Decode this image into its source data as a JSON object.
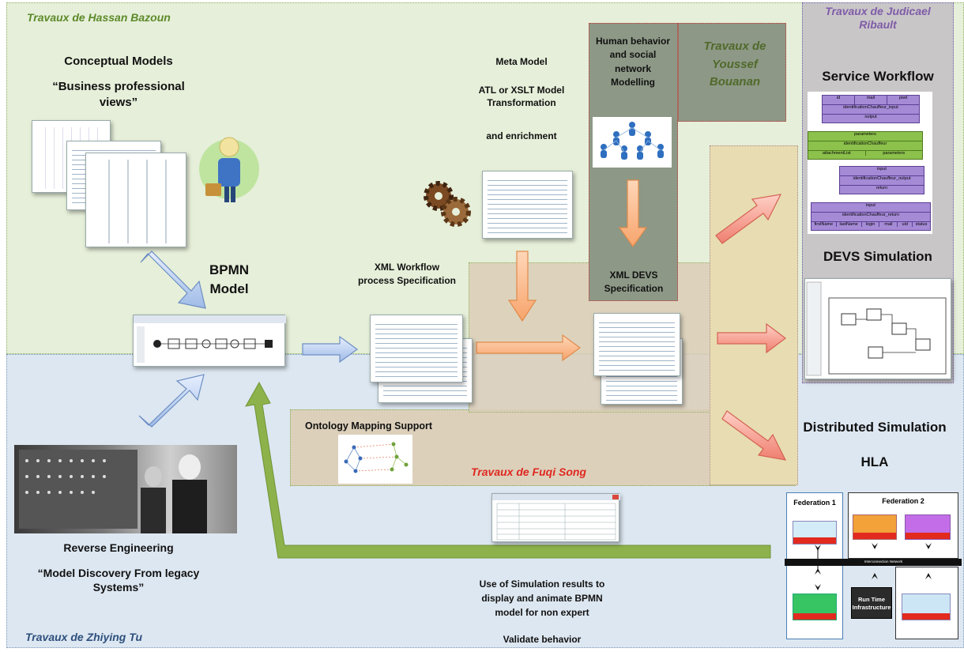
{
  "zones": {
    "hassan": "Travaux de Hassan Bazoun",
    "zhiying": "Travaux de Zhiying Tu",
    "youssef": "Travaux de Youssef Bouanan",
    "judicael": "Travaux de Judicael Ribault",
    "fuqi": "Travaux de Fuqi Song"
  },
  "labels": {
    "conceptual": "Conceptual Models",
    "business_views": "“Business professional views”",
    "bpmn": "BPMN Model",
    "meta_model": "Meta Model",
    "atl": "ATL or XSLT Model Transformation",
    "enrichment": "and enrichment",
    "human": "Human behavior and social network Modelling",
    "xml_workflow": "XML Workflow process Specification",
    "xml_devs": "XML DEVS Specification",
    "service_workflow": "Service Workflow",
    "devs_simulation": "DEVS Simulation",
    "ontology": "Ontology Mapping Support",
    "distributed": "Distributed Simulation",
    "hla": "HLA",
    "reverse": "Reverse Engineering",
    "model_discovery": "“Model Discovery From legacy Systems”",
    "use_results": "Use of Simulation results to display and animate BPMN model for non expert",
    "validate": "Validate behavior"
  },
  "workflow_boxes": {
    "r1": [
      "id",
      "mail",
      "pwd"
    ],
    "r2": "identificationChauffeur_input",
    "r3": "output",
    "r4": "parameters",
    "r5": "identificationChauffeur",
    "r6": [
      "attachmentList",
      "parameters"
    ],
    "r7": "input",
    "r8": "identificationChauffeur_output",
    "r9": "return",
    "r10": "input",
    "r11": "identificationChauffeur_return",
    "r12": [
      "firstName",
      "lastName",
      "login",
      "mail",
      "uid",
      "status"
    ]
  },
  "hla": {
    "fed1": "Federation 1",
    "fed2": "Federation 2",
    "rti": "Run Time Infrastructure",
    "network": "Interconnection Network"
  },
  "colors": {
    "green_zone": "#e6efd9",
    "blue_zone": "#dde7f1",
    "grey_zone": "#8d9886",
    "brown_zone": "#dccfb9",
    "purple_text": "#7f5ca8",
    "red_text": "#e0271f",
    "green_text": "#5c8a2a",
    "blue_text": "#2d4f7c"
  }
}
